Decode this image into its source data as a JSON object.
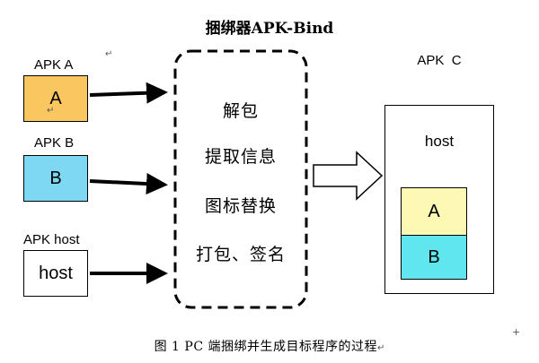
{
  "title": "捆绑器APK-Bind",
  "inputs": [
    {
      "name": "APK A",
      "content": "A",
      "color": "#f9c660"
    },
    {
      "name": "APK B",
      "content": "B",
      "color": "#7fd8f3"
    },
    {
      "name": "APK host",
      "content": "host",
      "color": "#ffffff"
    }
  ],
  "steps": [
    "解包",
    "提取信息",
    "图标替换",
    "打包、签名"
  ],
  "output": {
    "name": "APK  C",
    "host_label": "host",
    "parts": [
      {
        "label": "A",
        "color": "#fdf8b4"
      },
      {
        "label": "B",
        "color": "#5fe6ee"
      }
    ]
  },
  "caption": "图 1 PC 端捆绑并生成目标程序的过程",
  "marks": {
    "return_symbol": "↵",
    "plus_symbol": "+"
  }
}
